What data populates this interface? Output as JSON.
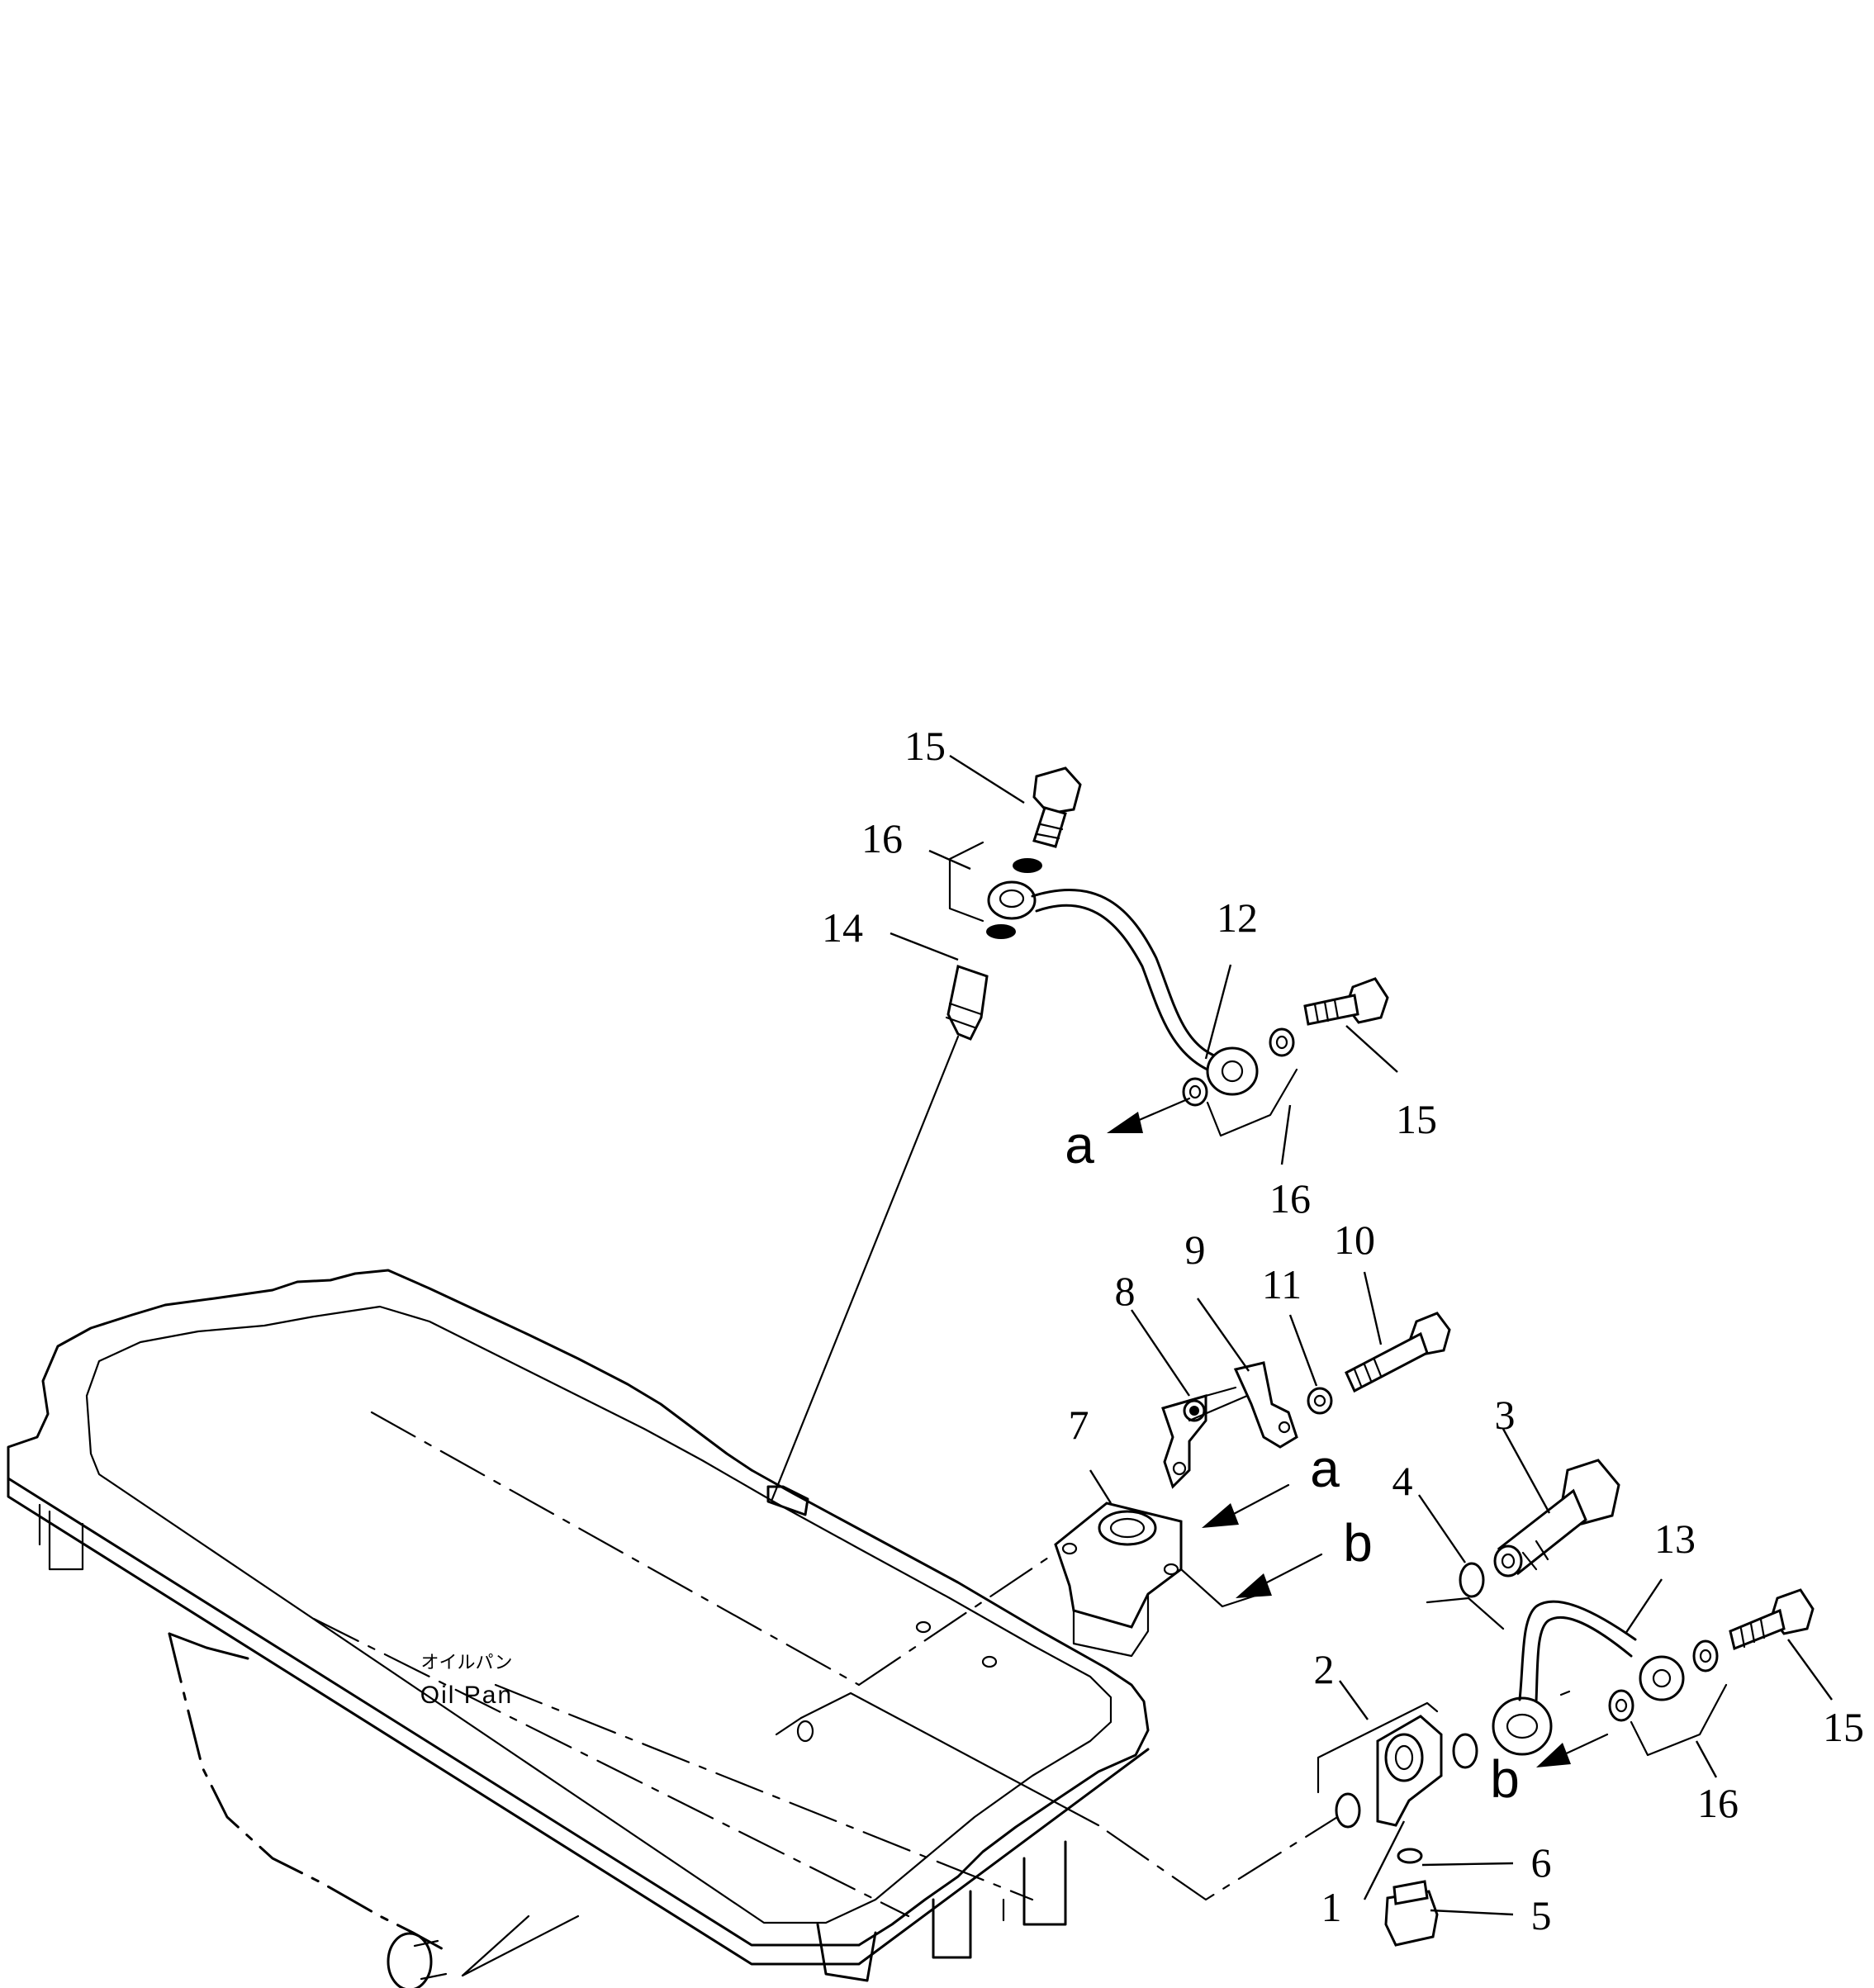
{
  "diagram": {
    "oil_pan_label_jp": "オイルパン",
    "oil_pan_label_en": "Oil Pan",
    "connector_a": "a",
    "connector_b": "b",
    "callouts": [
      {
        "id": "c1",
        "text": "1"
      },
      {
        "id": "c2",
        "text": "2"
      },
      {
        "id": "c3",
        "text": "3"
      },
      {
        "id": "c4",
        "text": "4"
      },
      {
        "id": "c5",
        "text": "5"
      },
      {
        "id": "c6",
        "text": "6"
      },
      {
        "id": "c7",
        "text": "7"
      },
      {
        "id": "c8",
        "text": "8"
      },
      {
        "id": "c9",
        "text": "9"
      },
      {
        "id": "c10",
        "text": "10"
      },
      {
        "id": "c11",
        "text": "11"
      },
      {
        "id": "c12",
        "text": "12"
      },
      {
        "id": "c13",
        "text": "13"
      },
      {
        "id": "c14",
        "text": "14"
      },
      {
        "id": "c15a",
        "text": "15"
      },
      {
        "id": "c15b",
        "text": "15"
      },
      {
        "id": "c15c",
        "text": "15"
      },
      {
        "id": "c16a",
        "text": "16"
      },
      {
        "id": "c16b",
        "text": "16"
      },
      {
        "id": "c16c",
        "text": "16"
      }
    ]
  }
}
